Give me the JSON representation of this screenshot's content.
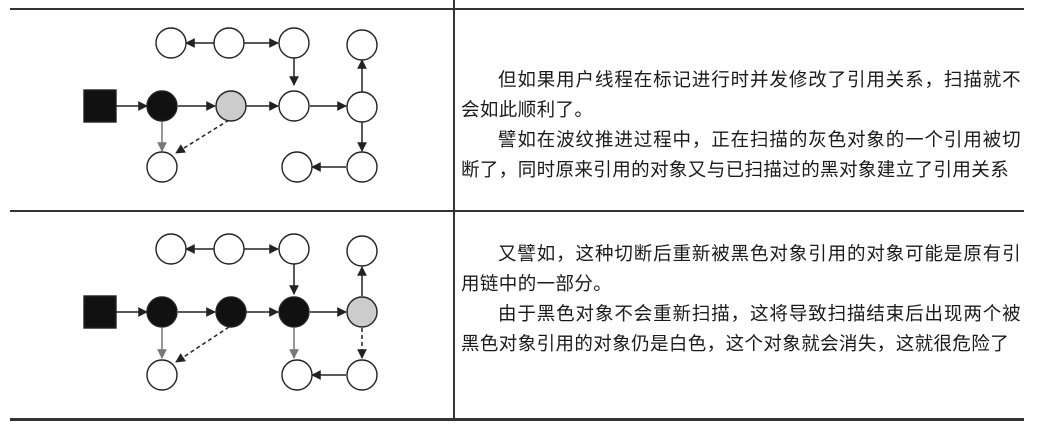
{
  "rows": [
    {
      "paragraphs": [
        "但如果用户线程在标记进行时并发修改了引用关系，扫描就不会如此顺利了。",
        "譬如在波纹推进过程中，正在扫描的灰色对象的一个引用被切断了，同时原来引用的对象又与已扫描过的黑对象建立了引用关系"
      ]
    },
    {
      "paragraphs": [
        "又譬如，这种切断后重新被黑色对象引用的对象可能是原有引用链中的一部分。",
        "由于黑色对象不会重新扫描，这将导致扫描结束后出现两个被黑色对象引用的对象仍是白色，这个对象就会消失，这就很危险了"
      ]
    }
  ],
  "colors": {
    "black_object": "#111111",
    "gray_object": "#cccccc",
    "white_object": "#ffffff",
    "edge": "#222222",
    "removed_edge": "#777777"
  }
}
